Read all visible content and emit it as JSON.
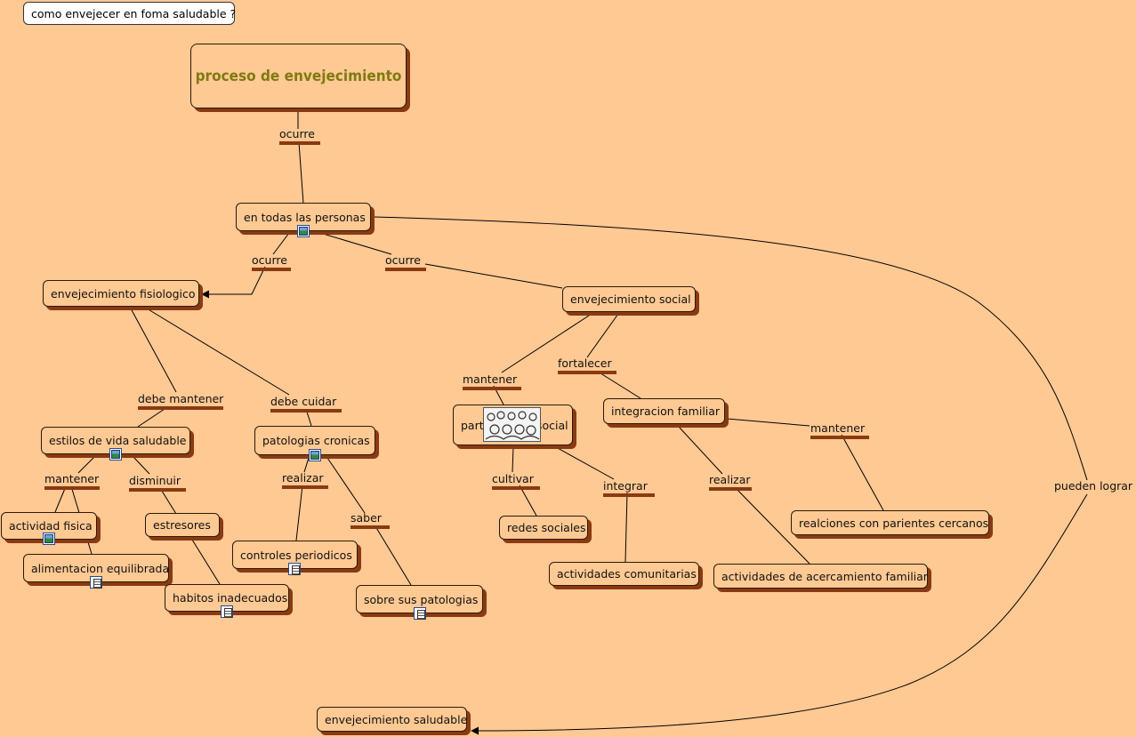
{
  "question": "como envejecer en foma saludable ?",
  "colors": {
    "background": "#ffc993",
    "shadow": "#8a3a12",
    "title_text": "#7f7a10",
    "line": "#000000"
  },
  "nodes": {
    "n_title": "proceso de envejecimiento",
    "n_todas": "en todas las personas",
    "n_fisio": "envejecimiento fisiologico",
    "n_social": "envejecimiento social",
    "n_estilos": "estilos de vida saludable",
    "n_patologias": "patologias cronicas",
    "n_participacion": "participacion social",
    "n_integracion": "integracion familiar",
    "n_actividad": "actividad fisica",
    "n_alimentacion": "alimentacion equilibrada",
    "n_estresores": "estresores",
    "n_habitos": "habitos inadecuados",
    "n_controles": "controles periodicos",
    "n_sobre": "sobre sus patologias",
    "n_redes": "redes sociales",
    "n_comunitarias": "actividades comunitarias",
    "n_acercamiento": "actividades de acercamiento familiar",
    "n_parientes": "realciones con parientes cercanos",
    "n_saludable": "envejecimiento saludable"
  },
  "links": {
    "l_ocurre1": "ocurre",
    "l_ocurre2": "ocurre",
    "l_ocurre3": "ocurre",
    "l_debemantener": "debe mantener",
    "l_debecuidar": "debe cuidar",
    "l_mantener1": "mantener",
    "l_disminuir": "disminuir",
    "l_realizar1": "realizar",
    "l_saber": "saber",
    "l_mantener2": "mantener",
    "l_fortalecer": "fortalecer",
    "l_cultivar": "cultivar",
    "l_integrar": "integrar",
    "l_realizar2": "realizar",
    "l_mantener3": "mantener",
    "l_pueden": "pueden lograr"
  },
  "icons": {
    "todas": "image-icon",
    "estilos": "image-icon",
    "patologias": "image-icon",
    "actividad": "image-icon",
    "alimentacion": "document-icon",
    "habitos": "document-icon",
    "controles": "document-icon",
    "sobre": "document-icon",
    "participacion": "photo-thumbnail"
  }
}
